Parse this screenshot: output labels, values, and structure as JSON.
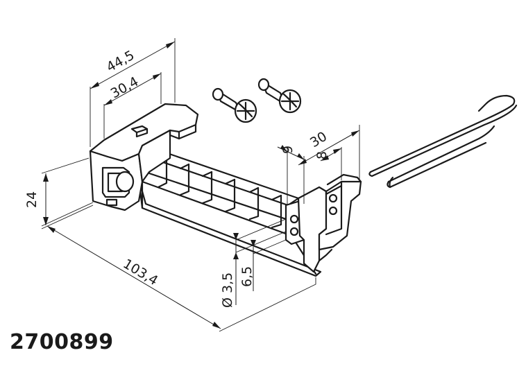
{
  "part_number": "2700899",
  "dimensions": {
    "overall_width": "44,5",
    "inner_width": "30,4",
    "height": "24",
    "length": "103,4",
    "hole_diameter": "Ø 3,5",
    "hole_offset": "6,5",
    "slot_width": "9",
    "end_width": "30",
    "end_slot": "8"
  }
}
